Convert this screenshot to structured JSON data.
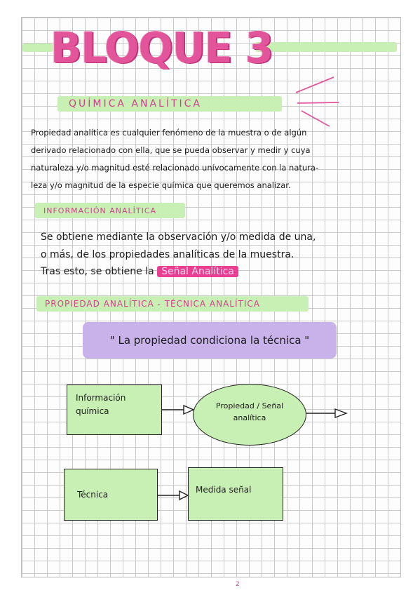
{
  "title": "BLOQUE 3",
  "subtitle": "QUÍMICA ANALÍTICA",
  "definition": {
    "lines": [
      "Propiedad analítica  es cualquier fenómeno  de la  muestra o de algún",
      "derivado relacionado con ella, que se pueda observar y medir y cuya",
      "naturaleza y/o magnitud esté relacionado unívocamente con la natura-",
      "leza y/o magnitud de la especie química que queremos analizar."
    ]
  },
  "info_section": {
    "heading": "INFORMACIÓN ANALÍTICA",
    "lines": [
      "Se  obtiene  mediante  la  observación y/o medida de una,",
      "o más,  de los  propiedades  analíticas de la  muestra."
    ],
    "last_line_prefix": "Tras esto, se obtiene la",
    "highlight": "Señal Analítica"
  },
  "property_section": {
    "heading": "PROPIEDAD ANALÍTICA - TÉCNICA ANALÍTICA",
    "quote": "\" La propiedad condiciona la técnica \""
  },
  "diagram": {
    "box_info": [
      "Información",
      "química"
    ],
    "ellipse": [
      "Propiedad / Señal",
      "analítica"
    ],
    "box_tecnica": "Técnica",
    "box_medida": "Medida señal"
  },
  "footer_mark": "2",
  "colors": {
    "pink": "#e2559b",
    "pink_text": "#d43f8d",
    "green": "#c8f0b4",
    "lavender": "#c9b2ea",
    "highlight": "#ea3e93"
  }
}
